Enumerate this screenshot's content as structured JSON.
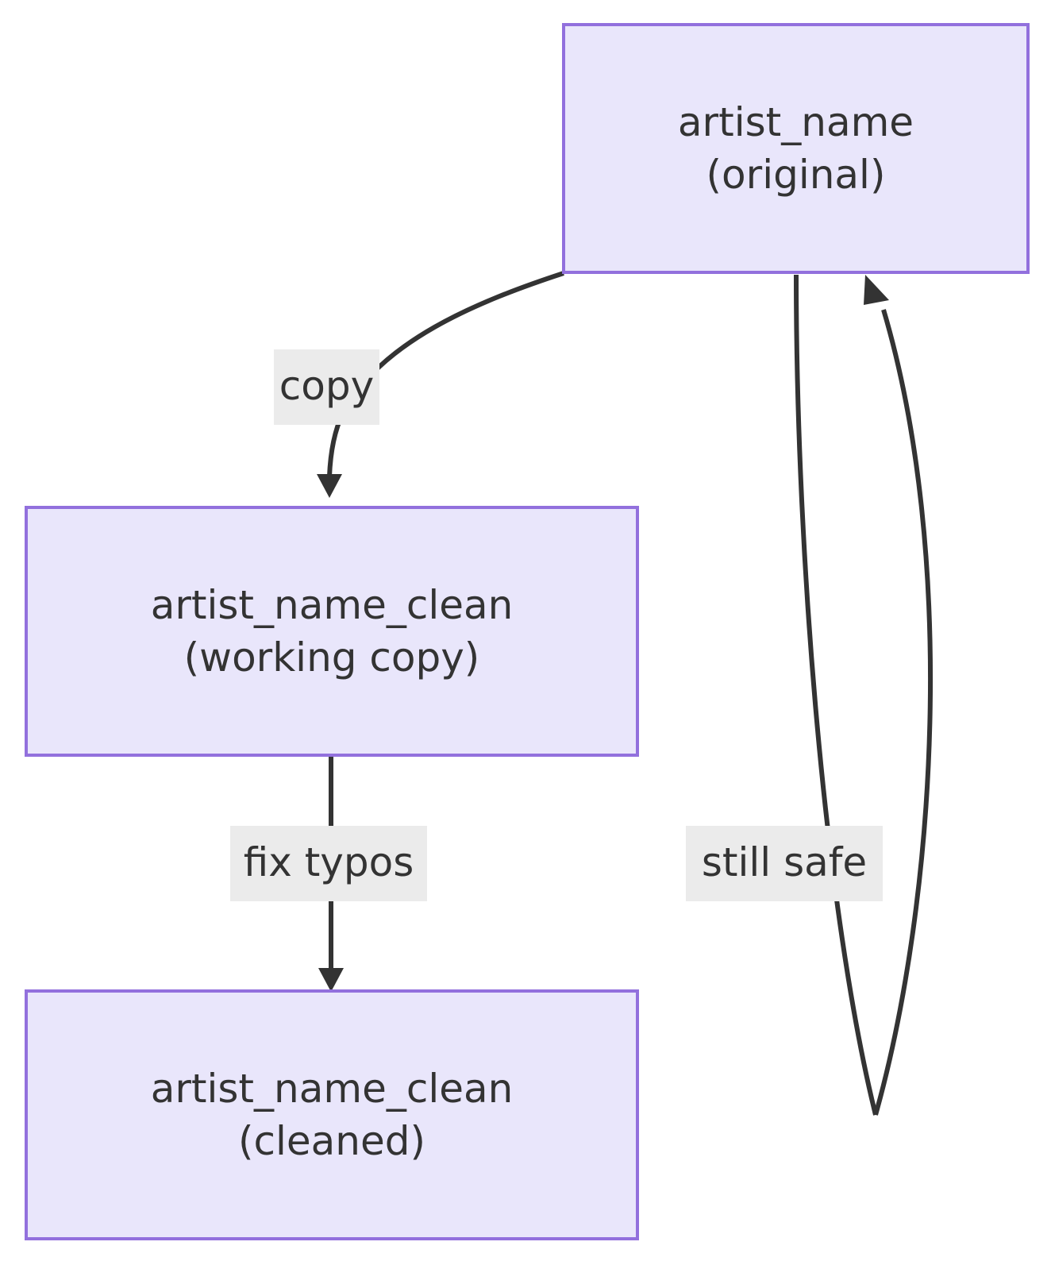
{
  "diagram": {
    "type": "flowchart",
    "direction": "top-down",
    "background_color": "#ffffff",
    "node_fill_color": "#e9e6fb",
    "node_border_color": "#9270dd",
    "edge_color": "#333333",
    "label_background_color": "#ebebeb",
    "text_color": "#333333",
    "nodes": [
      {
        "id": "original",
        "line1": "artist_name",
        "line2": "(original)"
      },
      {
        "id": "working",
        "line1": "artist_name_clean",
        "line2": "(working copy)"
      },
      {
        "id": "cleaned",
        "line1": "artist_name_clean",
        "line2": "(cleaned)"
      }
    ],
    "edges": [
      {
        "id": "copy-edge",
        "from": "original",
        "to": "working",
        "label": "copy"
      },
      {
        "id": "fix-typos-edge",
        "from": "working",
        "to": "cleaned",
        "label": "fix typos"
      },
      {
        "id": "still-safe-edge",
        "from": "original",
        "to": "original",
        "label": "still safe"
      }
    ]
  }
}
